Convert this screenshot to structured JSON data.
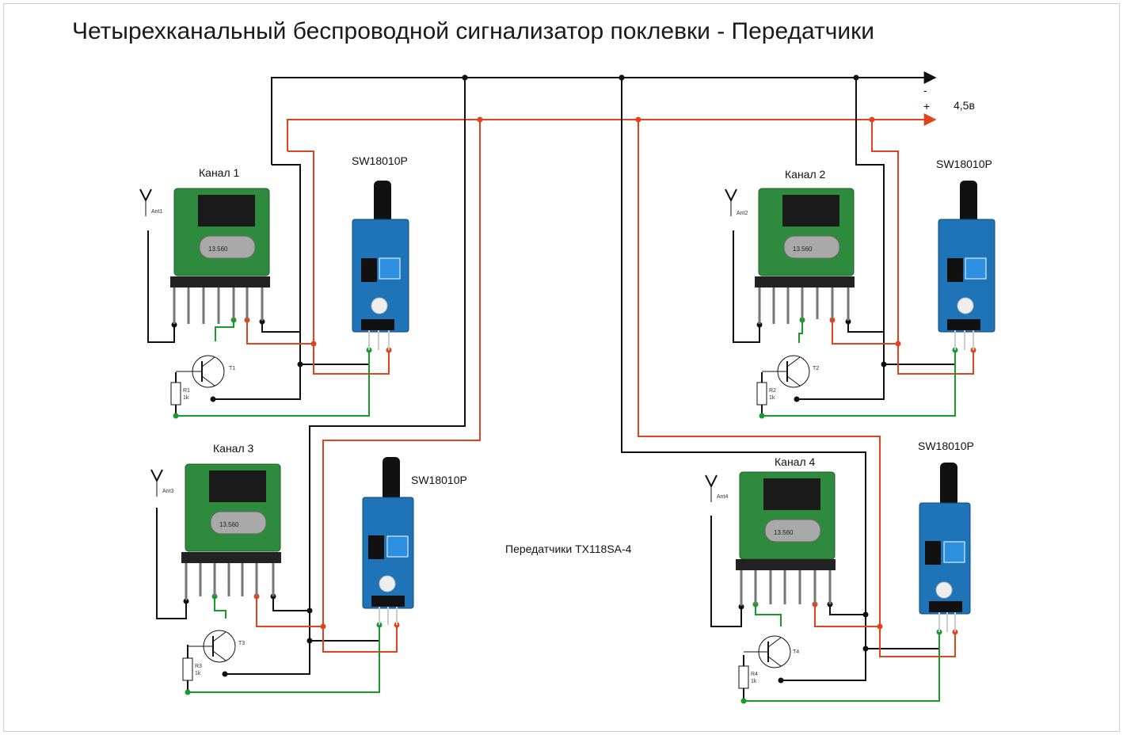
{
  "title": "Четырехканальный беспроводной сигнализатор поклевки - Передатчики",
  "rails": {
    "minus_label": "-",
    "plus_label": "+",
    "voltage": "4,5в"
  },
  "center_label": "Передатчики TX118SA-4",
  "channels": [
    {
      "label": "Канал 1",
      "sensor": "SW18010P",
      "antenna": "Ant1",
      "transistor": "T1",
      "resistor": "R1",
      "resistor_value": "1k",
      "crystal": "13.560"
    },
    {
      "label": "Канал 2",
      "sensor": "SW18010P",
      "antenna": "Ant2",
      "transistor": "T2",
      "resistor": "R2",
      "resistor_value": "1k",
      "crystal": "13.560"
    },
    {
      "label": "Канал 3",
      "sensor": "SW18010P",
      "antenna": "Ant3",
      "transistor": "T3",
      "resistor": "R3",
      "resistor_value": "1k",
      "crystal": "13.560"
    },
    {
      "label": "Канал 4",
      "sensor": "SW18010P",
      "antenna": "Ant4",
      "transistor": "T4",
      "resistor": "R4",
      "resistor_value": "1k",
      "crystal": "13.560"
    }
  ],
  "colors": {
    "negative_wire": "#111111",
    "positive_wire": "#e0441e",
    "signal_wire": "#1a9a2a",
    "module_pcb": "#2e8b3e",
    "sensor_pcb": "#1f74b8"
  }
}
